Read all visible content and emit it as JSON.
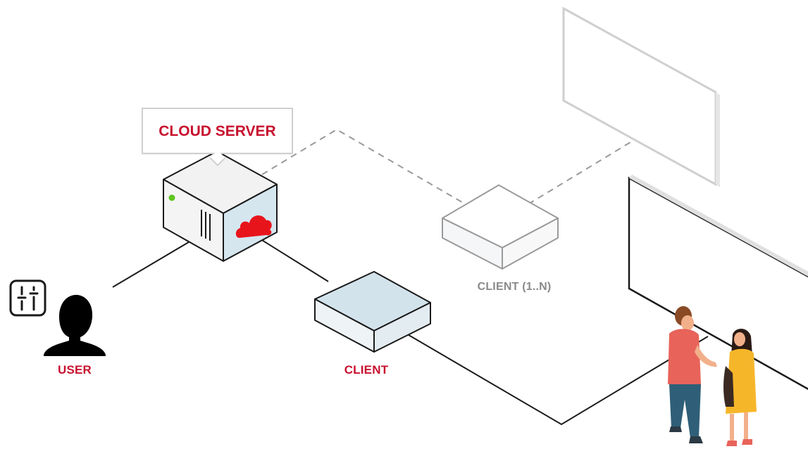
{
  "labels": {
    "cloud_server": "CLOUD SERVER",
    "client": "CLIENT",
    "client_n": "CLIENT (1..N)",
    "user": "USER"
  },
  "colors": {
    "accent_red": "#c8102e",
    "gray_text": "#8a8a8a",
    "line": "#1a1a1a",
    "dashed_line": "#9a9a9a",
    "client_blue": "#d3e3ec",
    "cloud_red": "#e8141c"
  },
  "icons": {
    "server": "server-icon",
    "cloud": "cloud-icon",
    "user": "user-silhouette-icon",
    "controls": "sliders-icon"
  }
}
